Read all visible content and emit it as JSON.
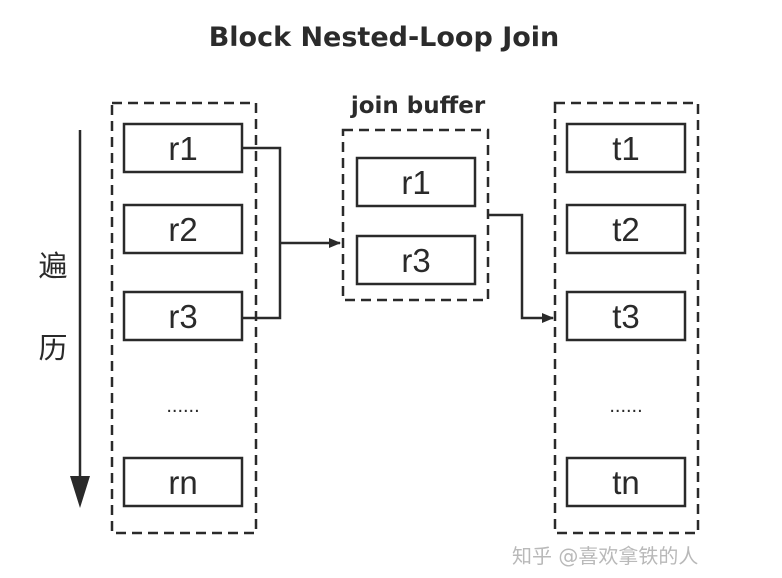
{
  "title": "Block Nested-Loop Join",
  "traverse_label": [
    "遍",
    "历"
  ],
  "outer_table": {
    "rows": [
      "r1",
      "r2",
      "r3",
      "rn"
    ],
    "ellipsis": "......"
  },
  "join_buffer": {
    "label": "join buffer",
    "rows": [
      "r1",
      "r3"
    ]
  },
  "inner_table": {
    "rows": [
      "t1",
      "t2",
      "t3",
      "tn"
    ],
    "ellipsis": "......"
  },
  "watermark": "知乎 @喜欢拿铁的人"
}
